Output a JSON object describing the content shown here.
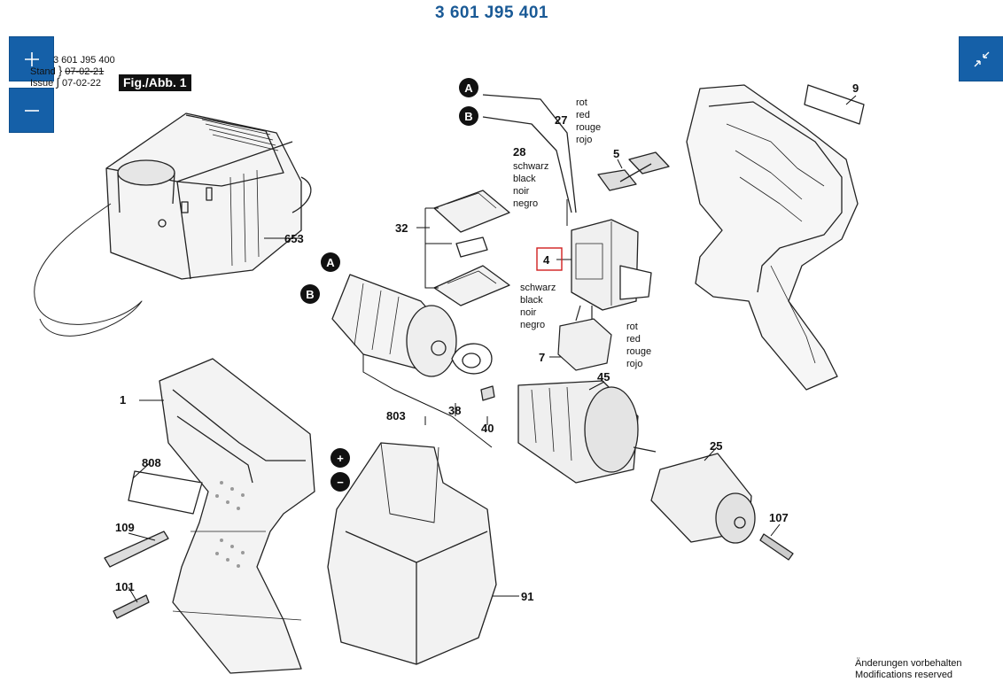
{
  "header": {
    "title": "3 601 J95 401"
  },
  "controls": {
    "zoom_in": "+",
    "zoom_out": "—",
    "collapse": "collapse-icon"
  },
  "meta": {
    "code": "3 601 J95 400",
    "stand_label": "Stand",
    "stand_date": "07-02-21",
    "issue_label": "Issue",
    "issue_date": "07-02-22",
    "fig_label": "Fig./Abb. 1"
  },
  "parts": {
    "p1": "1",
    "p4": "4",
    "p5": "5",
    "p7": "7",
    "p9": "9",
    "p25": "25",
    "p27": "27",
    "p28": "28",
    "p32": "32",
    "p38": "38",
    "p40": "40",
    "p45": "45",
    "p91": "91",
    "p101": "101",
    "p107": "107",
    "p109": "109",
    "p653": "653",
    "p803": "803",
    "p808": "808"
  },
  "connectors": {
    "a": "A",
    "b": "B",
    "plus": "+",
    "minus": "−"
  },
  "wires": {
    "red": [
      "rot",
      "red",
      "rouge",
      "rojo"
    ],
    "black": [
      "schwarz",
      "black",
      "noir",
      "negro"
    ]
  },
  "footer": {
    "line1": "Änderungen vorbehalten",
    "line2": "Modifications reserved"
  }
}
